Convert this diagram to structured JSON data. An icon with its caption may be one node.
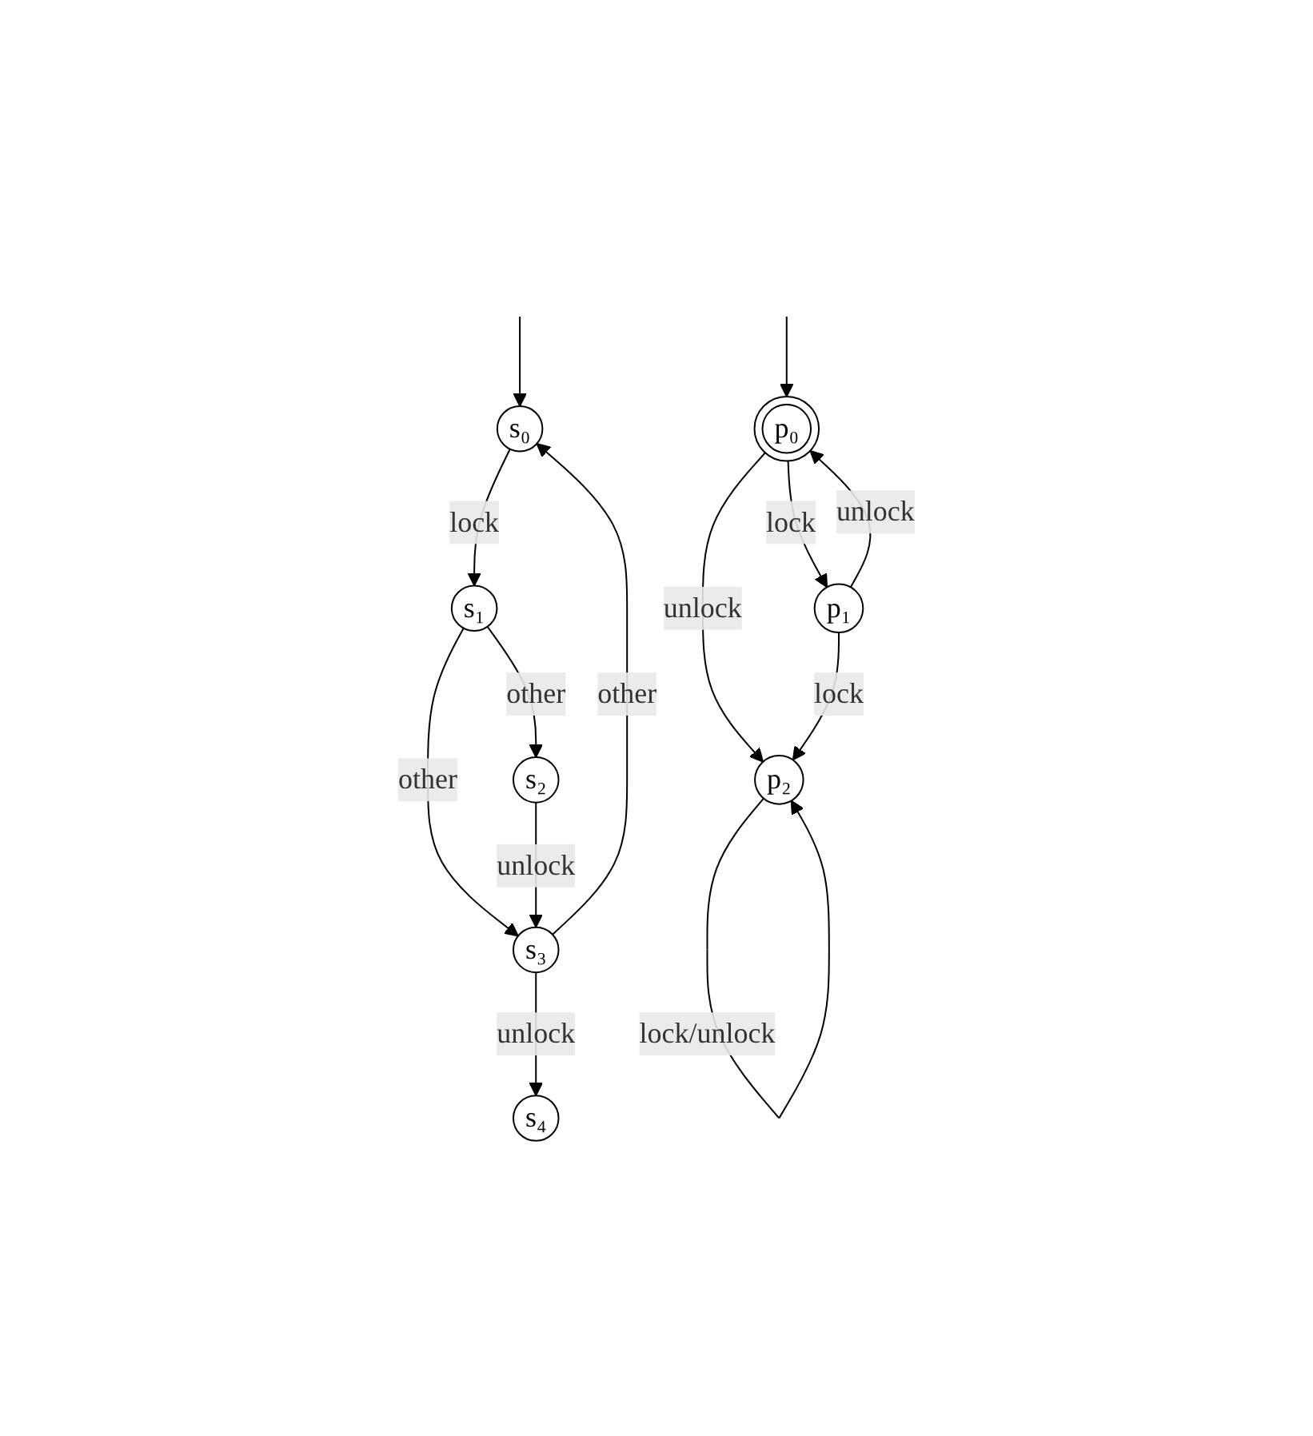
{
  "diagram": {
    "nodes": [
      {
        "text": [
          "s₀"
        ]
      },
      {
        "text": [
          "s₁"
        ]
      },
      {
        "text": [
          "s₂"
        ]
      },
      {
        "text": [
          "s₃"
        ]
      },
      {
        "text": [
          "s₄"
        ]
      },
      {
        "text": [
          "p₀"
        ]
      },
      {
        "text": [
          "p₁"
        ]
      },
      {
        "text": [
          "p₂"
        ]
      }
    ],
    "edges": [
      {
        "from": null,
        "to": 0,
        "arrow": "to"
      },
      {
        "from": 0,
        "to": 1,
        "arrow": "to",
        "label": "lock"
      },
      {
        "from": 1,
        "to": 2,
        "arrow": "to",
        "label": "other"
      },
      {
        "from": 1,
        "to": 3,
        "arrow": "to",
        "label": "other"
      },
      {
        "from": 2,
        "to": 3,
        "arrow": "to",
        "label": "unlock"
      },
      {
        "from": 3,
        "to": 0,
        "arrow": "to",
        "label": "other"
      },
      {
        "from": 3,
        "to": 4,
        "arrow": "to",
        "label": "unlock"
      },
      {
        "from": null,
        "to": 5,
        "arrow": "to"
      },
      {
        "from": 5,
        "to": 7,
        "arrow": "to",
        "label": "unlock"
      },
      {
        "from": 5,
        "to": 6,
        "arrow": "to",
        "label": "lock"
      },
      {
        "from": 6,
        "to": 5,
        "arrow": "to",
        "label": "unlock"
      },
      {
        "from": 6,
        "to": 7,
        "arrow": "to",
        "label": "lock"
      },
      {
        "from": 7,
        "to": 7,
        "arrow": "to",
        "label": "lock/unlock"
      }
    ]
  }
}
